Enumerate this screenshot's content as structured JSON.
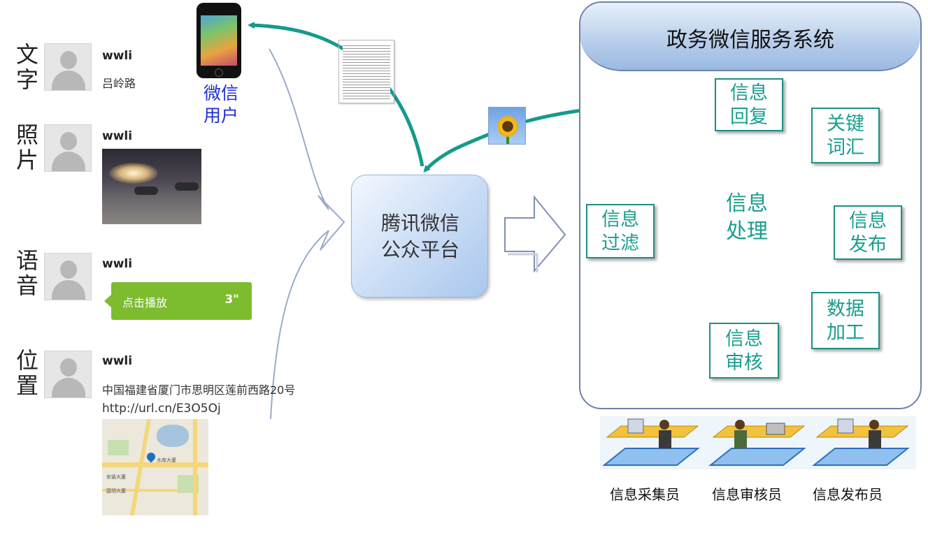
{
  "left_column": {
    "items": [
      {
        "category": "文字",
        "username": "wwli",
        "content": "吕岭路"
      },
      {
        "category": "照片",
        "username": "wwli"
      },
      {
        "category": "语音",
        "username": "wwli",
        "voice_label": "点击播放",
        "voice_duration": "3\""
      },
      {
        "category": "位置",
        "username": "wwli",
        "address": "中国福建省厦门市思明区莲前西路20号",
        "url": "http://url.cn/E3O5Oj"
      }
    ]
  },
  "wechat_user": {
    "label_line1": "微信",
    "label_line2": "用户"
  },
  "platform": {
    "line1": "腾讯微信",
    "line2": "公众平台"
  },
  "system": {
    "title": "政务微信服务系统",
    "center": {
      "line1": "信息",
      "line2": "处理"
    },
    "nodes": {
      "reply": {
        "line1": "信息",
        "line2": "回复"
      },
      "keywords": {
        "line1": "关键",
        "line2": "词汇"
      },
      "filter": {
        "line1": "信息",
        "line2": "过滤"
      },
      "publish": {
        "line1": "信息",
        "line2": "发布"
      },
      "review": {
        "line1": "信息",
        "line2": "审核"
      },
      "data": {
        "line1": "数据",
        "line2": "加工"
      }
    }
  },
  "staff": [
    "信息采集员",
    "信息审核员",
    "信息发布员"
  ],
  "colors": {
    "teal": "#1a9e8e",
    "blue_text": "#1d2fd6",
    "voice_green": "#7cbc2e",
    "system_border": "#6c82a8"
  }
}
